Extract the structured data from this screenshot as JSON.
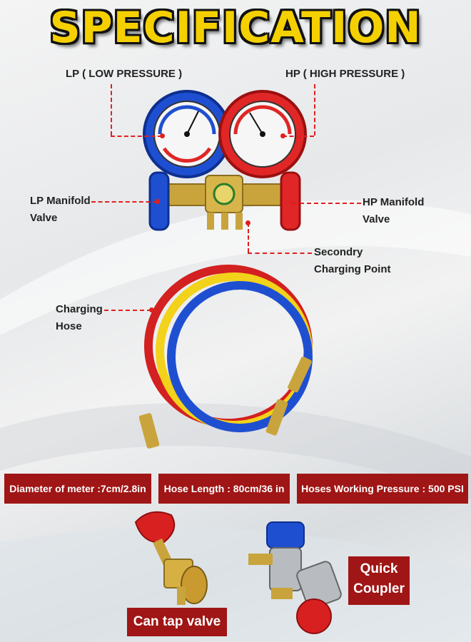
{
  "title": "SPECIFICATION",
  "labels": {
    "lp": "LP ( LOW PRESSURE )",
    "hp": "HP ( HIGH PRESSURE )",
    "lp_valve_1": "LP Manifold",
    "lp_valve_2": "Valve",
    "hp_valve_1": "HP Manifold",
    "hp_valve_2": "Valve",
    "secondary_1": "Secondry",
    "secondary_2": "Charging Point",
    "hose_1": "Charging",
    "hose_2": "Hose"
  },
  "specs": [
    "Diameter of meter :7cm/2.8in",
    "Hose Length : 80cm/36 in",
    "Hoses Working Pressure : 500 PSI"
  ],
  "tags": {
    "can_tap": "Can tap valve",
    "quick_1": "Quick",
    "quick_2": "Coupler"
  },
  "colors": {
    "title": "#f5d000",
    "spec_bar": "#a01515",
    "leader": "#e02020",
    "lp_gauge": "#1f4fd1",
    "hp_gauge": "#e02626",
    "hose_yellow": "#f2d21a",
    "brass": "#c9a43c"
  }
}
